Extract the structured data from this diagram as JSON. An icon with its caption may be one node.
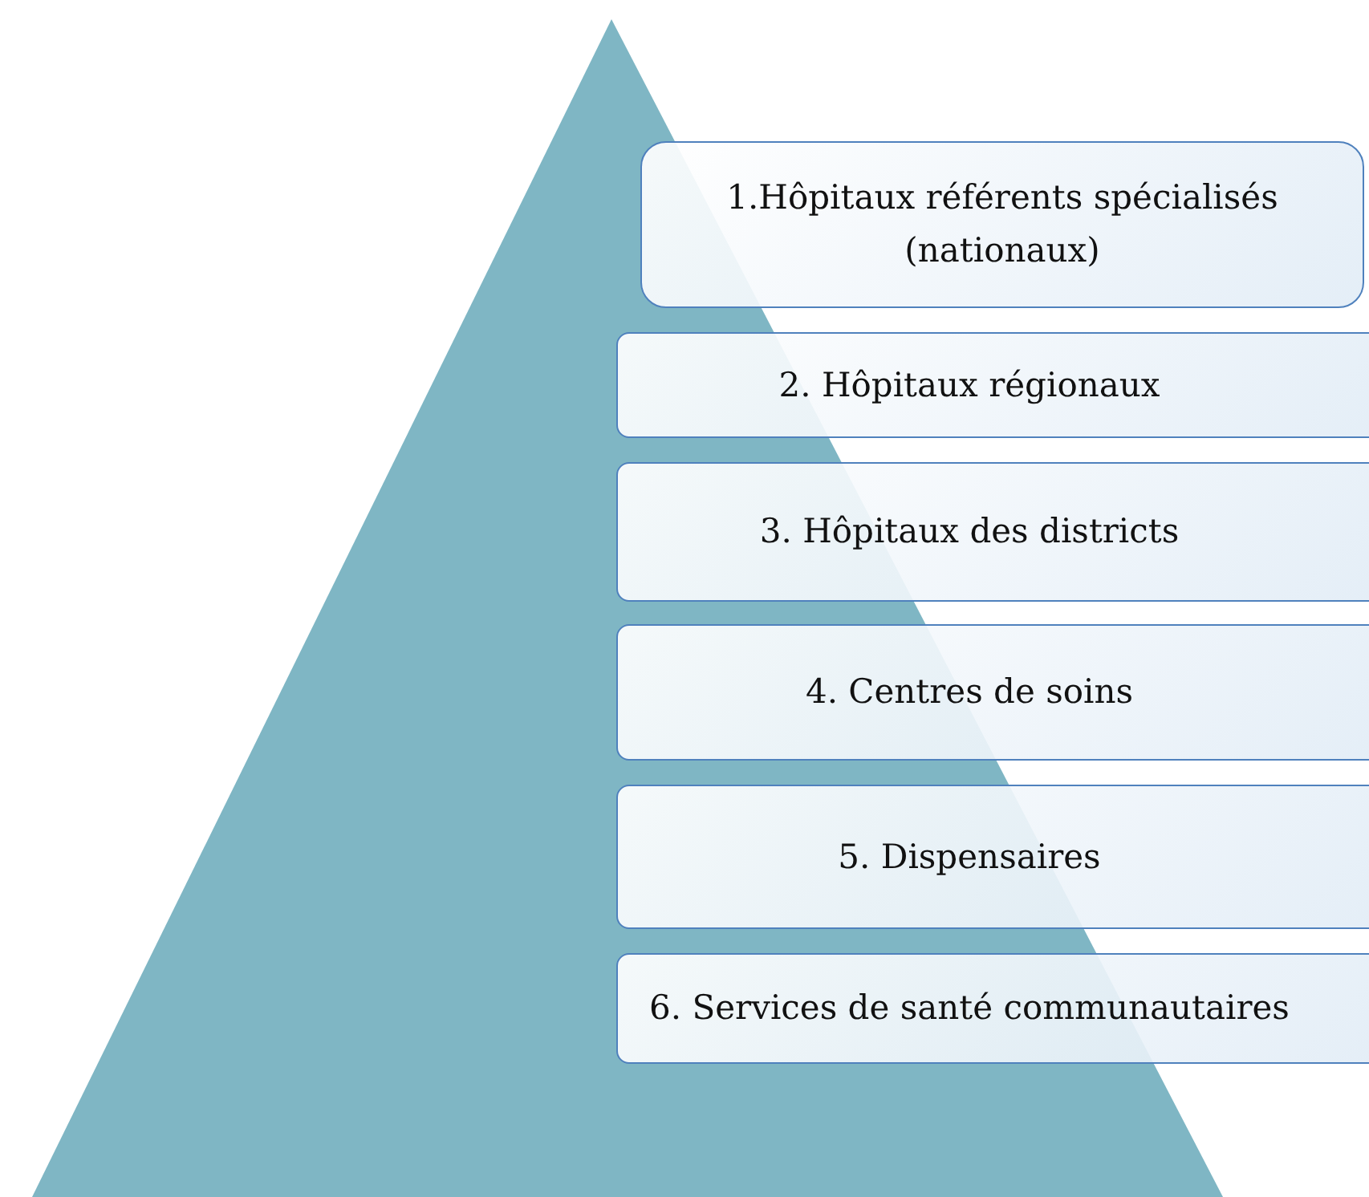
{
  "diagram": {
    "nodes": [
      {
        "text": [
          "1.Hôpitaux référents spécialisés (nationaux)"
        ]
      },
      {
        "text": [
          "2. Hôpitaux régionaux"
        ]
      },
      {
        "text": [
          "3. Hôpitaux des districts"
        ]
      },
      {
        "text": [
          "4. Centres de soins"
        ]
      },
      {
        "text": [
          "5. Dispensaires"
        ]
      },
      {
        "text": [
          "6. Services de santé communautaires"
        ]
      }
    ]
  }
}
